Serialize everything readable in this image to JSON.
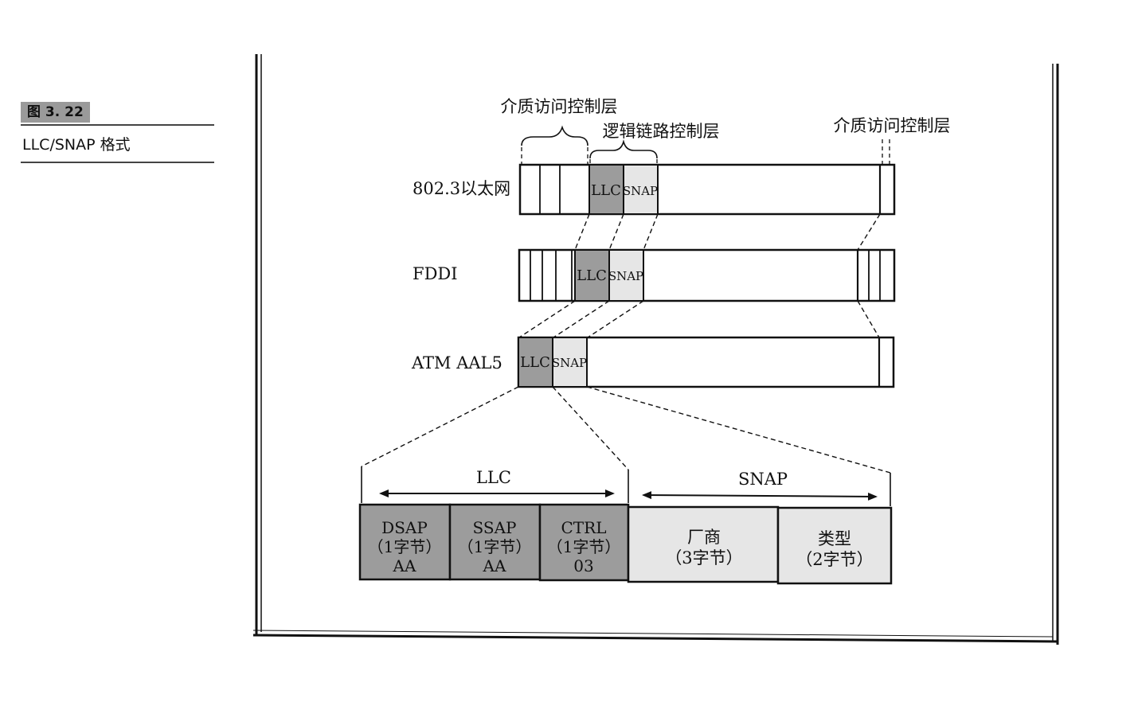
{
  "caption": {
    "figure_number": "图 3. 22",
    "title": "LLC/SNAP 格式"
  },
  "labels": {
    "mac_layer_left": "介质访问控制层",
    "llc_layer": "逻辑链路控制层",
    "mac_layer_right": "介质访问控制层"
  },
  "rows": {
    "ethernet": {
      "name": "802.3以太网",
      "llc": "LLC",
      "snap": "SNAP"
    },
    "fddi": {
      "name": "FDDI",
      "llc": "LLC",
      "snap": "SNAP"
    },
    "atm": {
      "name": "ATM AAL5",
      "llc": "LLC",
      "snap": "SNAP"
    }
  },
  "detail": {
    "llc_span": "LLC",
    "snap_span": "SNAP",
    "fields": [
      {
        "line1": "DSAP",
        "line2": "（1字节）",
        "line3": "AA"
      },
      {
        "line1": "SSAP",
        "line2": "（1字节）",
        "line3": "AA"
      },
      {
        "line1": "CTRL",
        "line2": "（1字节）",
        "line3": "03"
      },
      {
        "line1": "厂商",
        "line2": "（3字节）"
      },
      {
        "line1": "类型",
        "line2": "（2字节）"
      }
    ]
  },
  "colors": {
    "llc_fill": "#9c9c9c",
    "snap_fill": "#e6e6e6"
  }
}
